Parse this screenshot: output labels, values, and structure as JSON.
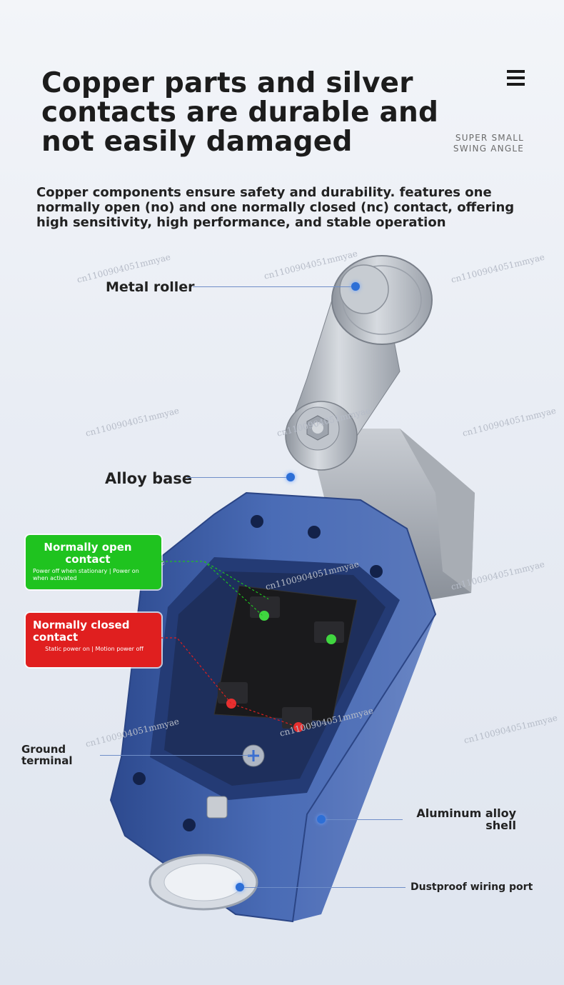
{
  "header": {
    "headline": "Copper parts and silver\ncontacts are durable and\nnot easily damaged",
    "tagline": "SUPER SMALL\nSWING ANGLE",
    "menu_icon": "menu-icon"
  },
  "description": "Copper components ensure safety and durability. features one normally open (no) and one normally closed (nc) contact, offering high sensitivity, high performance, and stable operation",
  "watermark": "cn1100904051mmyae",
  "labels": {
    "metal_roller": "Metal roller",
    "alloy_base": "Alloy base",
    "ground_terminal": "Ground\nterminal",
    "aluminum_shell": "Aluminum alloy\nshell",
    "dustproof_port": "Dustproof wiring port"
  },
  "callouts": {
    "normally_open": {
      "title": "Normally open\ncontact",
      "subtitle": "Power off when stationary | Power on when activated",
      "color": "#1fc31f"
    },
    "normally_closed": {
      "title": "Normally closed\ncontact",
      "subtitle": "Static power on | Motion power off",
      "color": "#e01f1f"
    }
  },
  "colors": {
    "accent_dot": "#2d6fd6",
    "housing_blue": "#3e5fa8",
    "metal": "#b9bec6"
  }
}
